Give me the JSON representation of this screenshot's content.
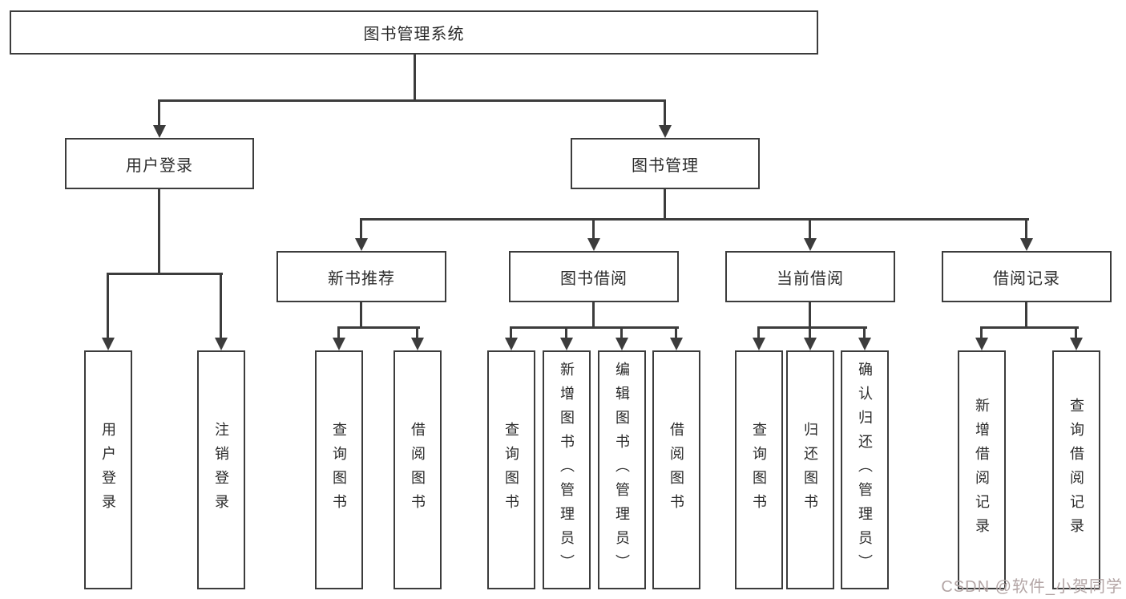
{
  "watermark": "CSDN @软件_小贺同学",
  "colors": {
    "line": "#3c3c3c",
    "box_border": "#3c3c3c",
    "box_fill": "#ffffff",
    "text": "#2b2b2b",
    "watermark": "#b3a5a5"
  },
  "nodes": {
    "root": {
      "label": "图书管理系统"
    },
    "l2": [
      {
        "label": "用户登录"
      },
      {
        "label": "图书管理"
      }
    ],
    "l3": [
      {
        "label": "新书推荐"
      },
      {
        "label": "图书借阅"
      },
      {
        "label": "当前借阅"
      },
      {
        "label": "借阅记录"
      }
    ],
    "l4": {
      "userLogin": [
        {
          "label": "用户登录"
        },
        {
          "label": "注销登录"
        }
      ],
      "newBook": [
        {
          "label": "查询图书"
        },
        {
          "label": "借阅图书"
        }
      ],
      "bookBorrow": [
        {
          "label": "查询图书"
        },
        {
          "label": "新增图书（管理员）"
        },
        {
          "label": "编辑图书（管理员）"
        },
        {
          "label": "借阅图书"
        }
      ],
      "currentBorrow": [
        {
          "label": "查询图书"
        },
        {
          "label": "归还图书"
        },
        {
          "label": "确认归还（管理员）"
        }
      ],
      "borrowRecord": [
        {
          "label": "新增借阅记录"
        },
        {
          "label": "查询借阅记录"
        }
      ]
    }
  }
}
